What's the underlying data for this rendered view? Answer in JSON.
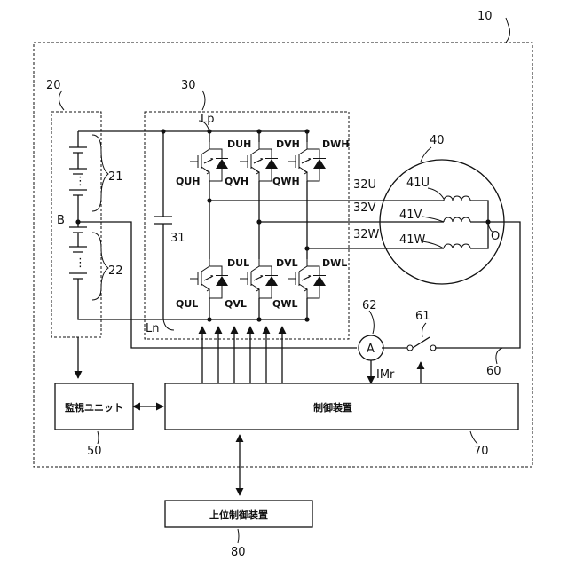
{
  "labels": {
    "system": "10",
    "battery": "20",
    "cell_group_upper": "21",
    "cell_group_lower": "22",
    "midpoint": "B",
    "inverter": "30",
    "capacitor": "31",
    "bus_positive": "Lp",
    "bus_negative": "Ln",
    "line_u": "32U",
    "line_v": "32V",
    "line_w": "32W",
    "motor": "40",
    "coil_u": "41U",
    "coil_v": "41V",
    "coil_w": "41W",
    "neutral": "O",
    "neutral_line": "60",
    "switch": "61",
    "ammeter": "62",
    "ammeter_symbol": "A",
    "current_signal": "IMr",
    "monitor_ref": "50",
    "controller_ref": "70",
    "host_ref": "80"
  },
  "switches": {
    "upper": [
      {
        "switch": "QUH",
        "diode": "DUH"
      },
      {
        "switch": "QVH",
        "diode": "DVH"
      },
      {
        "switch": "QWH",
        "diode": "DWH"
      }
    ],
    "lower": [
      {
        "switch": "QUL",
        "diode": "DUL"
      },
      {
        "switch": "QVL",
        "diode": "DVL"
      },
      {
        "switch": "QWL",
        "diode": "DWL"
      }
    ]
  },
  "blocks": {
    "monitor": "監視ユニット",
    "controller": "制御装置",
    "host": "上位制御装置"
  }
}
